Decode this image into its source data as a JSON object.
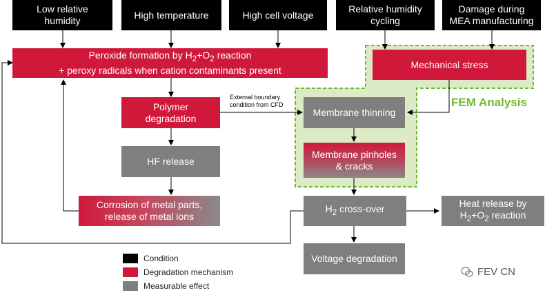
{
  "conditions": [
    {
      "id": "low_rh",
      "lines": [
        "Low relative",
        "humidity"
      ]
    },
    {
      "id": "high_temp",
      "lines": [
        "High temperature"
      ]
    },
    {
      "id": "high_voltage",
      "lines": [
        "High cell voltage"
      ]
    },
    {
      "id": "rh_cycling",
      "lines": [
        "Relative humidity",
        "cycling"
      ]
    },
    {
      "id": "mea_damage",
      "lines": [
        "Damage during",
        "MEA manufacturing"
      ]
    }
  ],
  "mechanisms": {
    "peroxide": {
      "line1_pre": "Peroxide formation by H",
      "line1_sub1": "2",
      "line1_mid": "+O",
      "line1_sub2": "2",
      "line1_post": " reaction",
      "line2": "+ peroxy radicals when cation contaminants present"
    },
    "mechanical_stress": "Mechanical stress",
    "polymer": [
      "Polymer",
      "degradation"
    ]
  },
  "effects": {
    "hf_release": "HF release",
    "corrosion": [
      "Corrosion of metal parts,",
      "release of metal ions"
    ],
    "membrane_thinning": "Membrane thinning",
    "pinholes": [
      "Membrane pinholes",
      "& cracks"
    ],
    "h2_crossover": {
      "pre": "H",
      "sub": "2",
      "post": " cross-over"
    },
    "voltage_degradation": "Voltage degradation",
    "heat_release": {
      "line1": "Heat release by",
      "line2_pre": "H",
      "line2_sub1": "2",
      "line2_mid": "+O",
      "line2_sub2": "2",
      "line2_post": " reaction"
    }
  },
  "annotations": {
    "external_boundary": [
      "External boundary",
      "condition from CFD"
    ],
    "fem_analysis": "FEM Analysis"
  },
  "legend": [
    {
      "label": "Condition",
      "color": "#000000"
    },
    {
      "label": "Degradation mechanism",
      "color": "#d0193a"
    },
    {
      "label": "Measurable effect",
      "color": "#7f7f7f"
    }
  ],
  "watermark": "FEV CN"
}
